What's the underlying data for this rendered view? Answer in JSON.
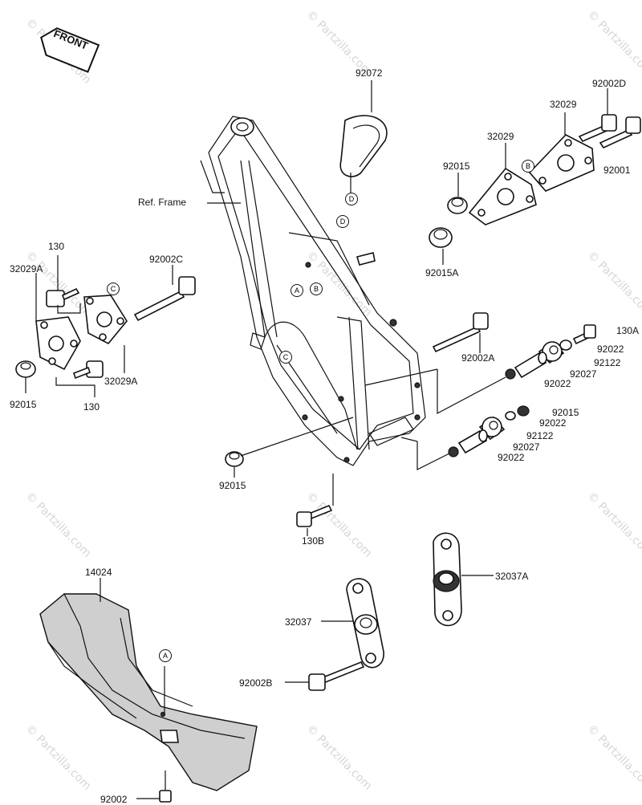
{
  "front_badge": "FRONT",
  "watermark": "© Partzilla.com",
  "ref_frame_label": "Ref. Frame",
  "callouts": [
    "A",
    "B",
    "C",
    "D"
  ],
  "labels": {
    "p92072": "92072",
    "p92002D": "92002D",
    "p32029_r": "32029",
    "p32029_m": "32029",
    "p92015_top": "92015",
    "p92001": "92001",
    "p92015A": "92015A",
    "p130_top": "130",
    "p32029A_l": "32029A",
    "p92002C": "92002C",
    "p92015_l": "92015",
    "p32029A_b": "32029A",
    "p130_b": "130",
    "p130A": "130A",
    "p92022_1": "92022",
    "p92122_1": "92122",
    "p92027_1": "92027",
    "p92022_2": "92022",
    "p92002A": "92002A",
    "p92015_r": "92015",
    "p92022_3": "92022",
    "p92122_2": "92122",
    "p92027_2": "92027",
    "p92022_4": "92022",
    "p92015_c": "92015",
    "p130B": "130B",
    "p14024": "14024",
    "p32037A": "32037A",
    "p32037": "32037",
    "p92002B": "92002B",
    "p92002": "92002"
  }
}
